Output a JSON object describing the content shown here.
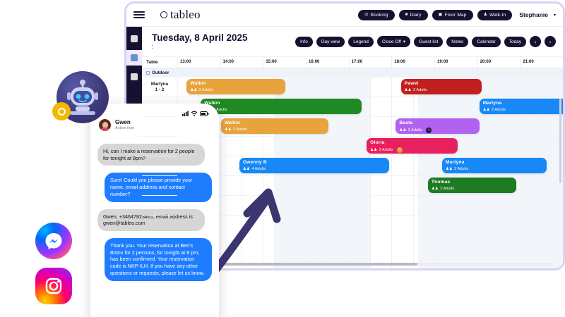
{
  "app": {
    "brand": "tableo",
    "menu_icon": "hamburger-icon",
    "top_actions": [
      {
        "label": "Booking",
        "icon": "plus-circle-icon"
      },
      {
        "label": "Diary",
        "icon": "book-icon"
      },
      {
        "label": "Floor Map",
        "icon": "map-icon"
      },
      {
        "label": "Walk-In",
        "icon": "person-icon"
      }
    ],
    "user": "Stephanie",
    "user_caret": "▾"
  },
  "sidebar": {
    "items": [
      {
        "name": "dashboard",
        "icon": "grid-icon",
        "active": false
      },
      {
        "name": "diary",
        "icon": "calendar-icon",
        "active": true
      },
      {
        "name": "floor-map",
        "icon": "layout-icon",
        "active": false
      }
    ]
  },
  "toolbar": {
    "date_title": "Tuesday, 8 April 2025",
    "date_sub": ":",
    "buttons": [
      {
        "label": "Info"
      },
      {
        "label": "Day view"
      },
      {
        "label": "Legend"
      },
      {
        "label": "Close Off",
        "caret": "▾"
      },
      {
        "label": "Guest list"
      },
      {
        "label": "Notes"
      },
      {
        "label": "Calendar"
      },
      {
        "label": "Today"
      }
    ],
    "prev": "‹",
    "next": "›"
  },
  "grid": {
    "label_header": "Table",
    "times": [
      "13:00",
      "14:00",
      "15:00",
      "16:00",
      "17:00",
      "18:00",
      "19:00",
      "20:00",
      "21:00"
    ],
    "section": "Outdoor",
    "rows": [
      {
        "table": "Martyna",
        "seats": "1 - 2"
      },
      {
        "table": "",
        "seats": ""
      },
      {
        "table": "",
        "seats": ""
      },
      {
        "table": "",
        "seats": ""
      },
      {
        "table": "",
        "seats": ""
      },
      {
        "table": "",
        "seats": ""
      },
      {
        "table": "",
        "seats": ""
      }
    ],
    "reservations": [
      {
        "name": "Walkin",
        "guests": "2 Adults",
        "color": "#e8a33d",
        "row": 0,
        "start": 0.22,
        "end": 2.52,
        "badge": ""
      },
      {
        "name": "Pawel",
        "guests": "2 Adults",
        "color": "#c21f1f",
        "row": 0,
        "start": 5.22,
        "end": 7.1,
        "badge": ""
      },
      {
        "name": "Walkin",
        "guests": "2 Adults",
        "color": "#1f8a24",
        "row": 1,
        "start": 0.55,
        "end": 4.3,
        "badge": ""
      },
      {
        "name": "Martyna",
        "guests": "2 Adults",
        "color": "#1788f5",
        "row": 1,
        "start": 7.05,
        "end": 9.4,
        "badge": ""
      },
      {
        "name": "Walkin",
        "guests": "2 Adults",
        "color": "#e8a33d",
        "row": 2,
        "start": 1.02,
        "end": 3.52,
        "badge": ""
      },
      {
        "name": "Beata",
        "guests": "2 Adults",
        "color": "#b163ef",
        "row": 2,
        "start": 5.1,
        "end": 7.06,
        "badge": "＋"
      },
      {
        "name": "Gloria",
        "guests": "3 Adults",
        "color": "#e8215e",
        "row": 3,
        "start": 4.42,
        "end": 6.55,
        "badge": "!"
      },
      {
        "name": "Gwenny B",
        "guests": "4 Adults",
        "color": "#1788f5",
        "row": 4,
        "start": 1.45,
        "end": 4.95,
        "badge": ""
      },
      {
        "name": "Martyna",
        "guests": "2 Adults",
        "color": "#1788f5",
        "row": 4,
        "start": 6.18,
        "end": 8.62,
        "badge": ""
      },
      {
        "name": "Thomas",
        "guests": "2 Adults",
        "color": "#1f7a24",
        "row": 5,
        "start": 5.85,
        "end": 7.92,
        "badge": ""
      }
    ],
    "guest_icon": "guests-icon"
  },
  "phone": {
    "status": {
      "signal": "signal-icon",
      "wifi": "wifi-icon",
      "battery": "battery-icon"
    },
    "contact": "Gwen",
    "status_text": "Active now",
    "messages": [
      {
        "from": "guest",
        "text": "Hi, can I make a reservation for 2 people for tonight at 8pm?"
      },
      {
        "from": "bot",
        "text": "Sure! Could you please provide your name, email address and contact number?"
      },
      {
        "from": "guest",
        "text": "Gwen, +34647823461, email address is gwen@tableo.com"
      },
      {
        "from": "bot",
        "text": "Thank you. Your reservation at Ben's Bistro for 2 persons, for tonight at 8 pm, has been confirmed. Your reservation code is NKP-ILH. If you have any other questions or requests, please let us know."
      }
    ]
  },
  "decor": {
    "robot_icon": "robot-avatar-icon",
    "coin_icon": "coin-icon",
    "messenger_icon": "messenger-icon",
    "instagram_icon": "instagram-icon",
    "arrow_icon": "curved-arrow-icon"
  },
  "colors": {
    "dark": "#151231",
    "accent_purple": "#3c3878",
    "app_border": "#d9d2f5",
    "blue": "#1788f5"
  }
}
